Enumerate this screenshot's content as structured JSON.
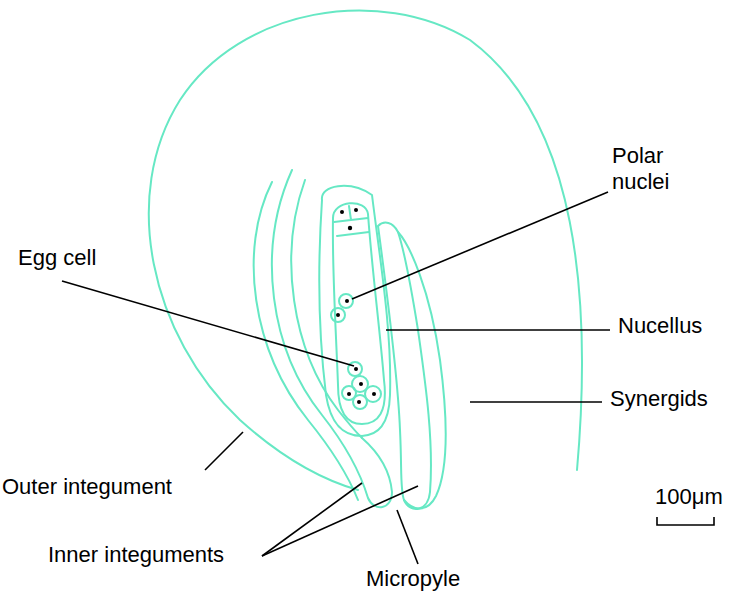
{
  "diagram": {
    "labels": [
      "Polar nuclei",
      "Egg cell",
      "Nucellus",
      "Synergids",
      "Outer integument",
      "Inner integuments",
      "Micropyle",
      "100μm"
    ]
  }
}
